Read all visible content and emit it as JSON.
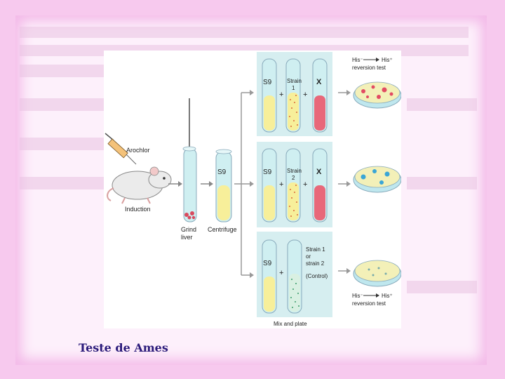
{
  "caption": "Teste de Ames",
  "diagram": {
    "arochlor_label": "Arochlor",
    "induction_label": "Induction",
    "grind_label_1": "Grind",
    "grind_label_2": "liver",
    "centrifuge_label": "Centrifuge",
    "s9_label": "S9",
    "plus": "+",
    "x_label": "X",
    "strain1_label_1": "Strain",
    "strain1_label_2": "1",
    "strain2_label_1": "Strain",
    "strain2_label_2": "2",
    "control_label_1": "Strain 1",
    "control_label_2": "or",
    "control_label_3": "strain 2",
    "control_label_4": "(Control)",
    "his_minus": "His⁻",
    "his_plus": "His⁺",
    "reversion_label": "reversion test",
    "mix_label": "Mix and plate"
  },
  "colors": {
    "tube_yellow": "#f7ef9a",
    "tube_red": "#e8687a",
    "tube_glass": "#c7ecee",
    "dish_fill": "#f3f0b8",
    "colony_red": "#e24b63",
    "colony_blue": "#3aa6d6"
  }
}
